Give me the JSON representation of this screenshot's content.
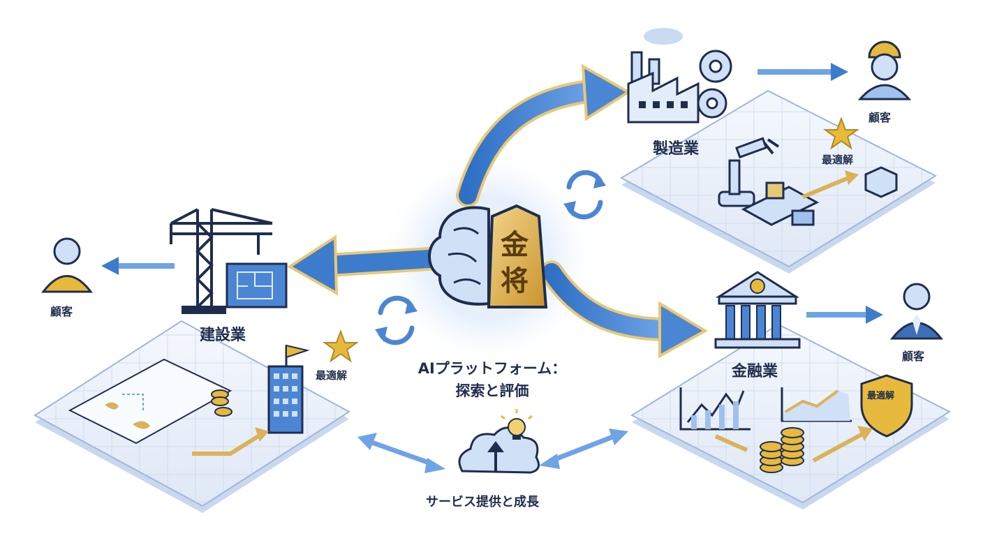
{
  "center": {
    "platform_line1": "AIプラットフォーム：",
    "platform_line2": "探索と評価",
    "shogi_char1": "金",
    "shogi_char2": "将"
  },
  "sectors": {
    "manufacturing": {
      "name": "製造業",
      "customer": "顧客",
      "optimal": "最適解"
    },
    "construction": {
      "name": "建設業",
      "customer": "顧客",
      "optimal": "最適解"
    },
    "finance": {
      "name": "金融業",
      "customer": "顧客",
      "optimal": "最適解"
    }
  },
  "service": {
    "label": "サービス提供と成長"
  },
  "colors": {
    "primary_blue": "#3f7fd0",
    "light_blue": "#bcd4f2",
    "navy": "#1f2d4d",
    "gold": "#d9b25a",
    "tile": "#eef3fb"
  }
}
